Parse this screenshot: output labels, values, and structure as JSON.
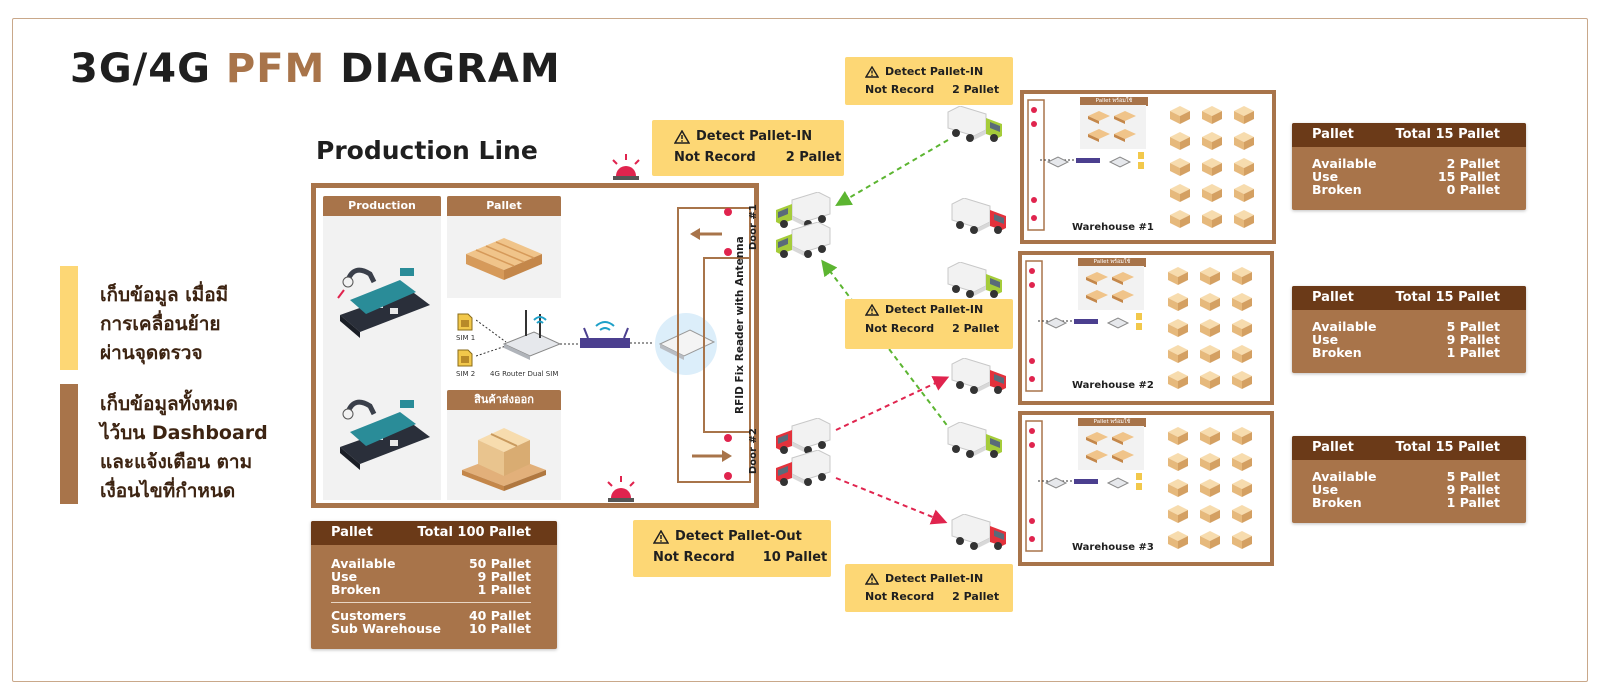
{
  "title": {
    "part1": "3G/4G ",
    "accent": "PFM",
    "part2": " DIAGRAM"
  },
  "subtitle": "Production Line",
  "legend": [
    {
      "text": "เก็บข้อมูล เมื่อมี\nการเคลื่อนย้าย\nผ่านจุดตรวจ",
      "color": "#fdd775"
    },
    {
      "text": "เก็บข้อมูลทั้งหมด\nไว้บน Dashboard\nและแจ้งเตือน ตาม\nเงื่อนไขที่กำหนด",
      "color": "#a8744a"
    }
  ],
  "production": {
    "col_production": "Production",
    "col_pallet": "Pallet",
    "col_export": "สินค้าส่งออก",
    "sim1": "SIM 1",
    "sim2": "SIM 2",
    "router": "4G Router Dual SIM",
    "rfid": "RFID Fix Reader with Antenna",
    "door1": "Door #1",
    "door2": "Door #2"
  },
  "main_stats": {
    "head_label": "Pallet",
    "head_total": "Total 100 Pallet",
    "rows": [
      {
        "label": "Available",
        "value": "50 Pallet"
      },
      {
        "label": "Use",
        "value": "9 Pallet"
      },
      {
        "label": "Broken",
        "value": "1 Pallet"
      }
    ],
    "rows2": [
      {
        "label": "Customers",
        "value": "40 Pallet"
      },
      {
        "label": "Sub Warehouse",
        "value": "10 Pallet"
      }
    ]
  },
  "alerts": [
    {
      "line1": "Detect Pallet-IN",
      "label": "Not Record",
      "value": "2 Pallet"
    },
    {
      "line1": "Detect Pallet-IN",
      "label": "Not Record",
      "value": "2 Pallet"
    },
    {
      "line1": "Detect Pallet-IN",
      "label": "Not Record",
      "value": "2 Pallet"
    },
    {
      "line1": "Detect Pallet-Out",
      "label": "Not Record",
      "value": "10 Pallet"
    },
    {
      "line1": "Detect Pallet-IN",
      "label": "Not Record",
      "value": "2 Pallet"
    }
  ],
  "warehouses": [
    {
      "name": "Warehouse #1",
      "inner_head": "Pallet พร้อมใช้"
    },
    {
      "name": "Warehouse #2",
      "inner_head": "Pallet พร้อมใช้"
    },
    {
      "name": "Warehouse #3",
      "inner_head": "Pallet พร้อมใช้"
    }
  ],
  "wh_stats": [
    {
      "head_label": "Pallet",
      "head_total": "Total 15 Pallet",
      "rows": [
        {
          "label": "Available",
          "value": "2 Pallet"
        },
        {
          "label": "Use",
          "value": "15 Pallet"
        },
        {
          "label": "Broken",
          "value": "0 Pallet"
        }
      ]
    },
    {
      "head_label": "Pallet",
      "head_total": "Total 15 Pallet",
      "rows": [
        {
          "label": "Available",
          "value": "5 Pallet"
        },
        {
          "label": "Use",
          "value": "9 Pallet"
        },
        {
          "label": "Broken",
          "value": "1 Pallet"
        }
      ]
    },
    {
      "head_label": "Pallet",
      "head_total": "Total 15 Pallet",
      "rows": [
        {
          "label": "Available",
          "value": "5 Pallet"
        },
        {
          "label": "Use",
          "value": "9 Pallet"
        },
        {
          "label": "Broken",
          "value": "1 Pallet"
        }
      ]
    }
  ],
  "colors": {
    "brown": "#a8744a",
    "dark_brown": "#6b3a18",
    "yellow": "#fdd775",
    "green_arrow": "#5cb531",
    "red_arrow": "#e0244e",
    "truck_green": "#a5cc3a",
    "truck_red": "#e3323c"
  }
}
